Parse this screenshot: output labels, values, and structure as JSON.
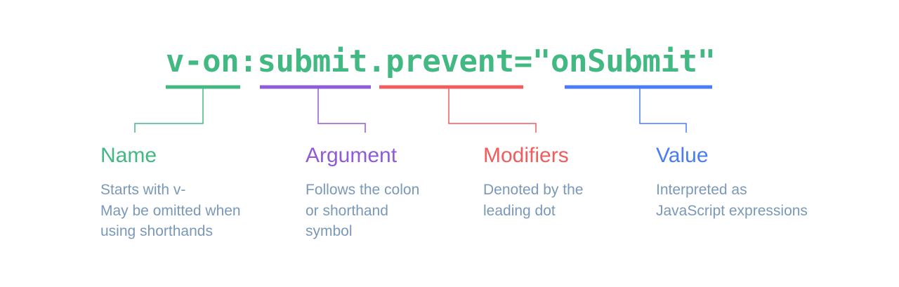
{
  "directive": {
    "name": "v-on",
    "colon": ":",
    "argument": "submit",
    "modifier": ".prevent",
    "equals_quote": "=\"",
    "value": "onSubmit",
    "close_quote": "\""
  },
  "parts": [
    {
      "id": "name",
      "title": "Name",
      "color": "#42b883",
      "desc_lines": [
        "Starts with v-",
        "May be omitted when",
        "using shorthands"
      ]
    },
    {
      "id": "argument",
      "title": "Argument",
      "color": "#8e5cd9",
      "desc_lines": [
        "Follows the colon",
        "or shorthand",
        "symbol"
      ]
    },
    {
      "id": "modifiers",
      "title": "Modifiers",
      "color": "#f15c5c",
      "desc_lines": [
        "Denoted by the",
        "leading dot"
      ]
    },
    {
      "id": "value",
      "title": "Value",
      "color": "#4a7cf7",
      "desc_lines": [
        "Interpreted as",
        "JavaScript expressions"
      ]
    }
  ],
  "colors": {
    "code": "#42b883",
    "description_text": "#7a98b9",
    "name": "#42b883",
    "argument": "#8e5cd9",
    "modifiers": "#f15c5c",
    "value": "#4a7cf7"
  }
}
